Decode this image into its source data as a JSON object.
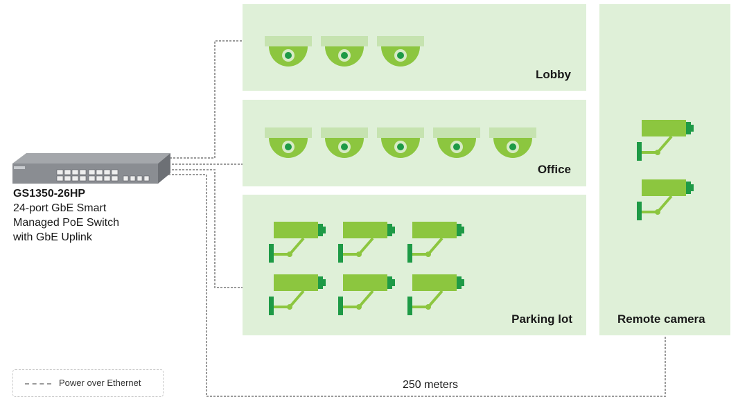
{
  "switch": {
    "model": "GS1350-26HP",
    "description_lines": [
      "24-port GbE Smart",
      "Managed PoE Switch",
      "with GbE Uplink"
    ]
  },
  "zones": {
    "lobby": {
      "label": "Lobby",
      "camera_type": "dome-camera-icon",
      "camera_count": 3
    },
    "office": {
      "label": "Office",
      "camera_type": "dome-camera-icon",
      "camera_count": 5
    },
    "parking": {
      "label": "Parking lot",
      "camera_type": "bullet-camera-icon",
      "camera_count": 6
    },
    "remote": {
      "label": "Remote camera",
      "camera_type": "bullet-camera-icon",
      "camera_count": 2
    }
  },
  "legend": {
    "label": "Power over Ethernet"
  },
  "distance_label": "250 meters",
  "colors": {
    "zone_bg": "#dff0d8",
    "camera_light": "#8cc63f",
    "camera_dark": "#1e9a46",
    "camera_cap": "#c6e3b0",
    "wire": "#9a9a9a"
  }
}
